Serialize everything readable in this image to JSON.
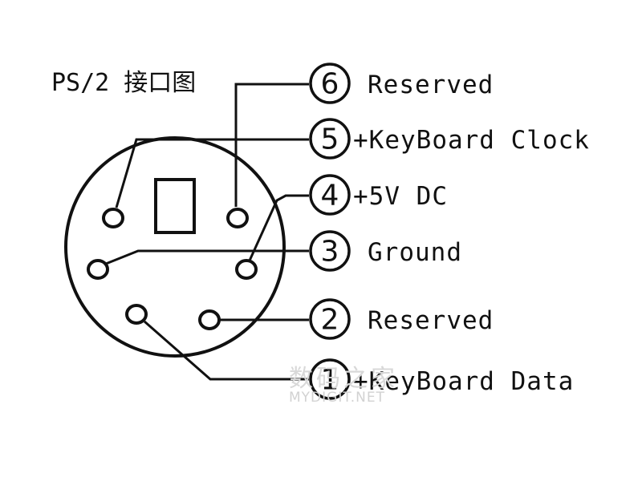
{
  "title": "PS/2 接口图",
  "pins": [
    {
      "number": "6",
      "label": "Reserved"
    },
    {
      "number": "5",
      "label": "+KeyBoard Clock"
    },
    {
      "number": "4",
      "label": "+5V DC"
    },
    {
      "number": "3",
      "label": "Ground"
    },
    {
      "number": "2",
      "label": "Reserved"
    },
    {
      "number": "1",
      "label": "+KeyBoard Data"
    }
  ],
  "watermark": {
    "text": "数码之家",
    "subtext": "MYDIGIT.NET"
  },
  "colors": {
    "line": "#111111",
    "background": "#ffffff",
    "watermark": "#d0d0d0"
  }
}
